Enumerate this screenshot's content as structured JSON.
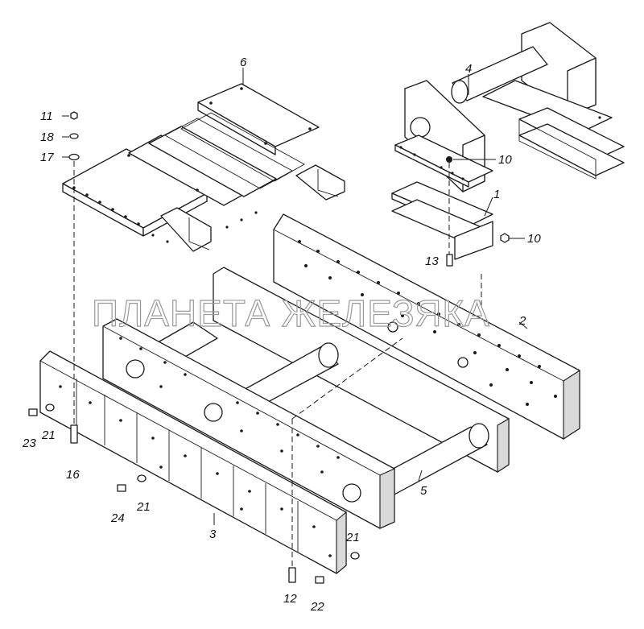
{
  "diagram": {
    "watermark": "ПЛАНЕТА ЖЕЛЕЗЯКА",
    "callouts": [
      {
        "id": "c1",
        "label": "1"
      },
      {
        "id": "c2",
        "label": "2"
      },
      {
        "id": "c3",
        "label": "3"
      },
      {
        "id": "c4",
        "label": "4"
      },
      {
        "id": "c5",
        "label": "5"
      },
      {
        "id": "c6",
        "label": "6"
      },
      {
        "id": "c10a",
        "label": "10"
      },
      {
        "id": "c10b",
        "label": "10"
      },
      {
        "id": "c11",
        "label": "11"
      },
      {
        "id": "c12",
        "label": "12"
      },
      {
        "id": "c13",
        "label": "13"
      },
      {
        "id": "c16",
        "label": "16"
      },
      {
        "id": "c17",
        "label": "17"
      },
      {
        "id": "c18",
        "label": "18"
      },
      {
        "id": "c21a",
        "label": "21"
      },
      {
        "id": "c21b",
        "label": "21"
      },
      {
        "id": "c21c",
        "label": "21"
      },
      {
        "id": "c22",
        "label": "22"
      },
      {
        "id": "c23",
        "label": "23"
      },
      {
        "id": "c24",
        "label": "24"
      }
    ]
  }
}
